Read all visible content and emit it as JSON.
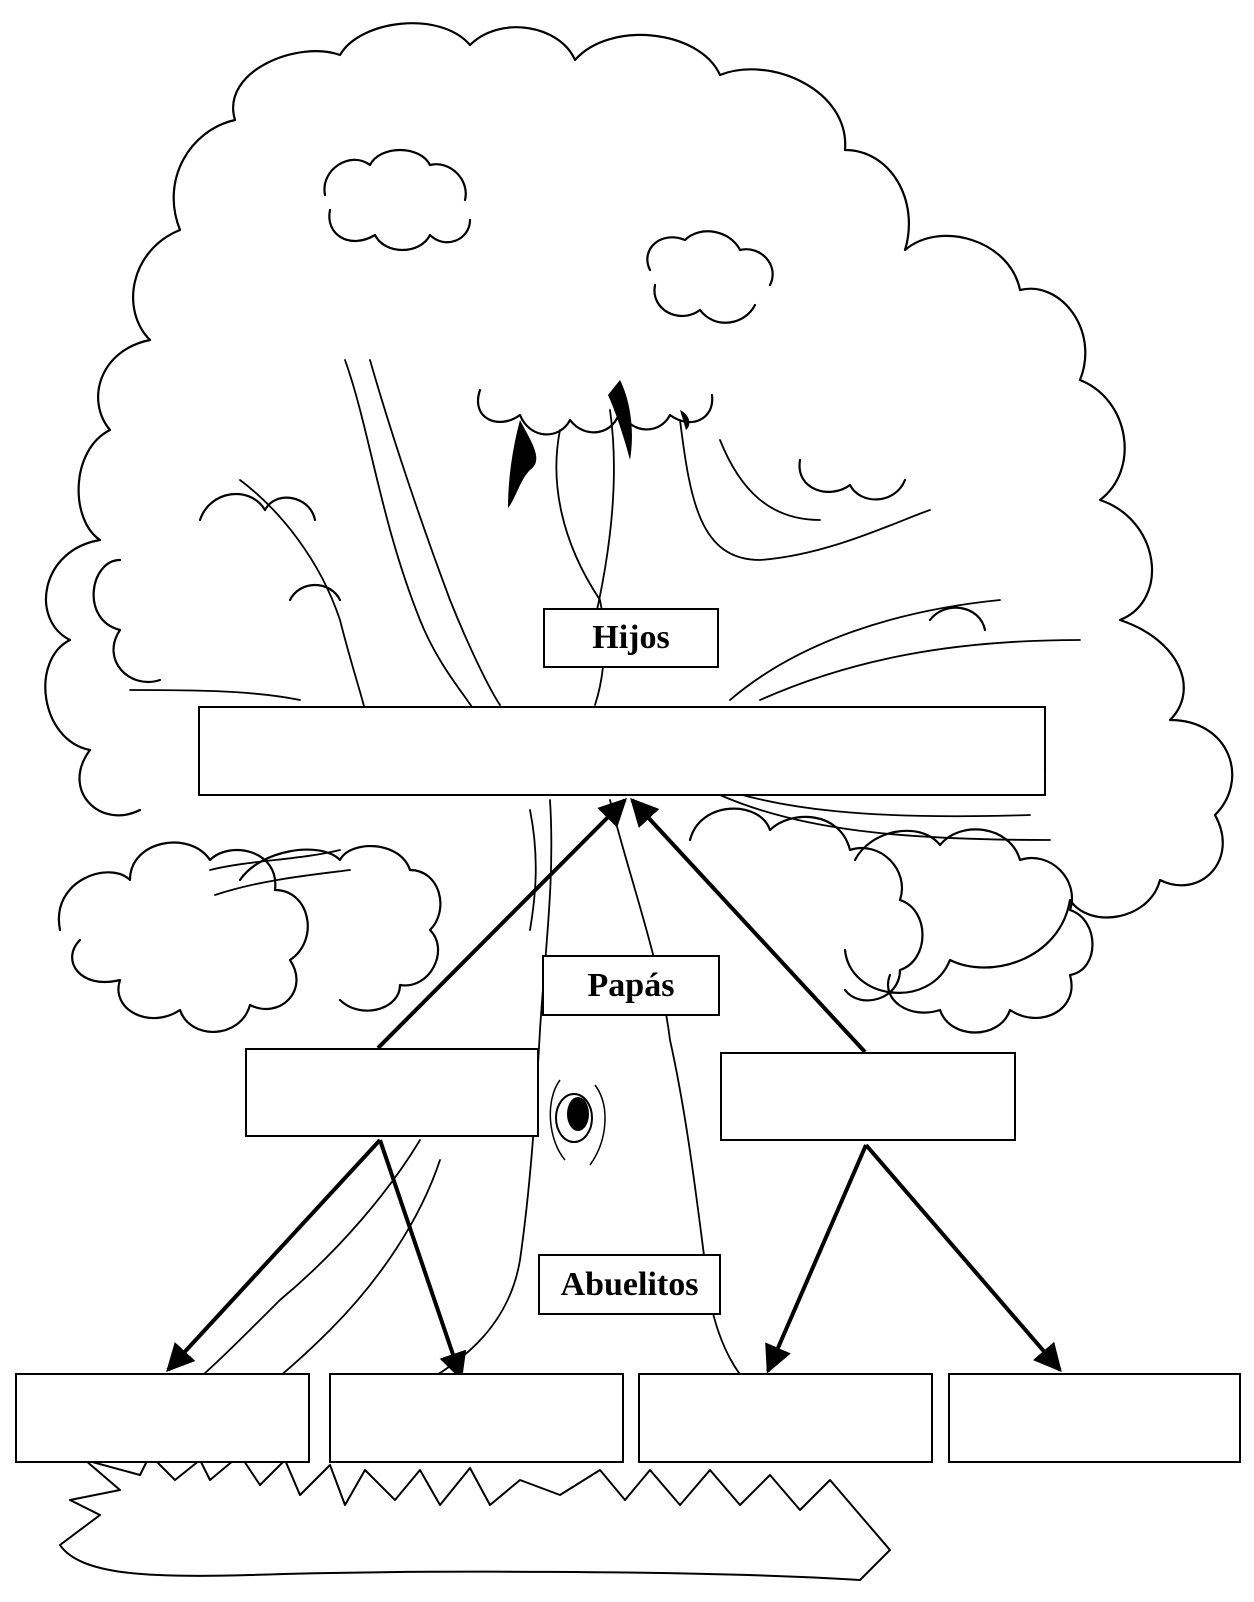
{
  "labels": {
    "children": "Hijos",
    "parents": "Papás",
    "grandparents": "Abuelitos"
  },
  "boxes": {
    "children": "",
    "parent_1": "",
    "parent_2": "",
    "grandparent_1": "",
    "grandparent_2": "",
    "grandparent_3": "",
    "grandparent_4": ""
  },
  "colors": {
    "ink": "#000000",
    "paper": "#ffffff"
  }
}
